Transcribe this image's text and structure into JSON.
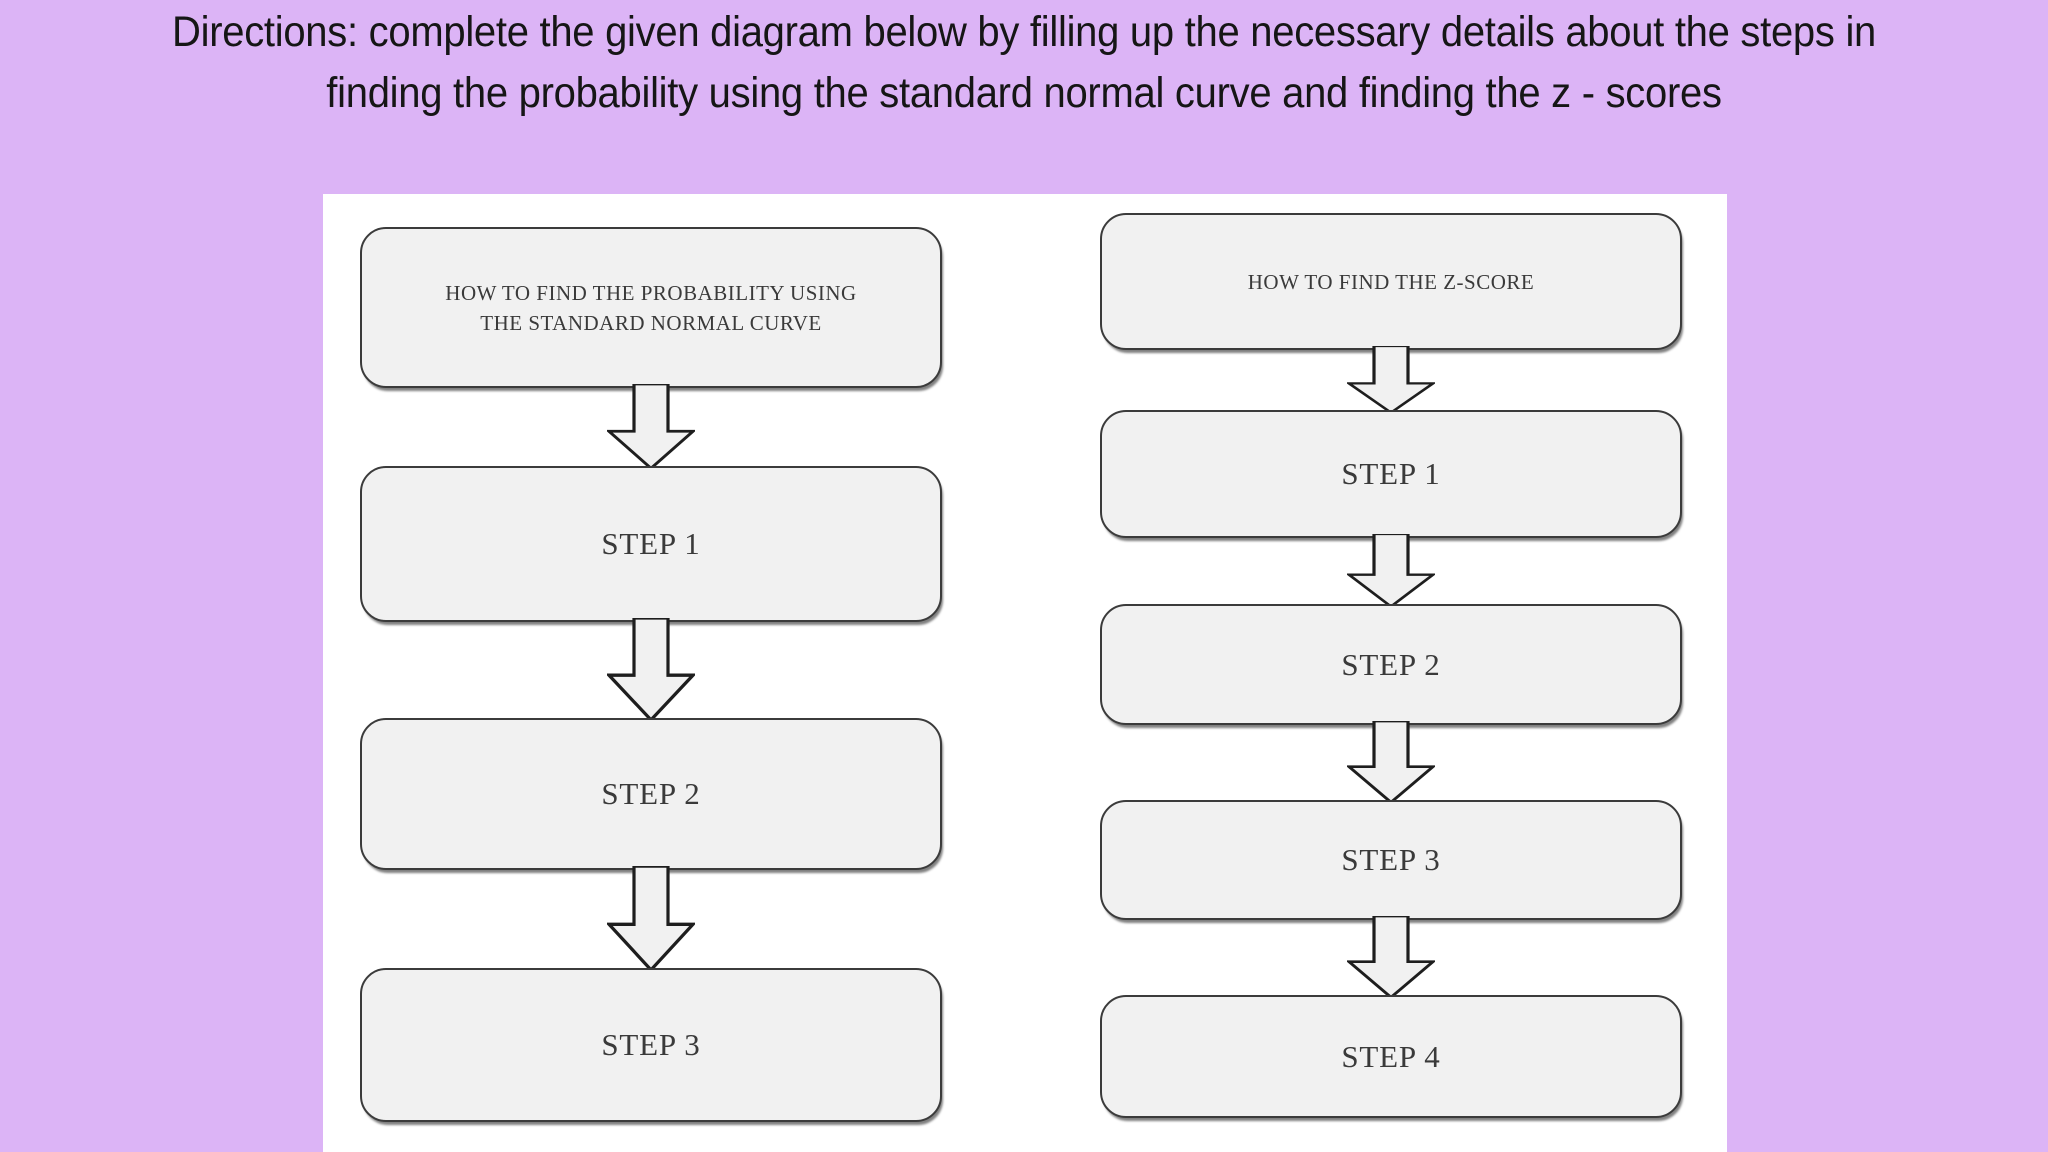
{
  "slide": {
    "background_color": "#dcb4f6",
    "panel_background_color": "#ffffff",
    "box_fill_color": "#f1f1f1",
    "box_border_color": "#3b3b3b",
    "text_color": "#3a3a3a",
    "heading_color": "#161616"
  },
  "directions": {
    "text": "Directions: complete the given diagram below by filling up the necessary details about the steps in finding the probability using the standard normal curve and finding the z - scores"
  },
  "diagram": {
    "columns": [
      {
        "id": "probability",
        "boxes": [
          {
            "label": "HOW TO FIND THE PROBABILITY USING\nTHE STANDARD NORMAL CURVE",
            "kind": "head"
          },
          {
            "label": "STEP 1",
            "kind": "step"
          },
          {
            "label": "STEP 2",
            "kind": "step"
          },
          {
            "label": "STEP 3",
            "kind": "step"
          }
        ],
        "arrows": 3
      },
      {
        "id": "z-score",
        "boxes": [
          {
            "label": "HOW TO FIND THE Z-SCORE",
            "kind": "head"
          },
          {
            "label": "STEP 1",
            "kind": "step"
          },
          {
            "label": "STEP 2",
            "kind": "step"
          },
          {
            "label": "STEP 3",
            "kind": "step"
          },
          {
            "label": "STEP 4",
            "kind": "step"
          }
        ],
        "arrows": 4
      }
    ]
  }
}
